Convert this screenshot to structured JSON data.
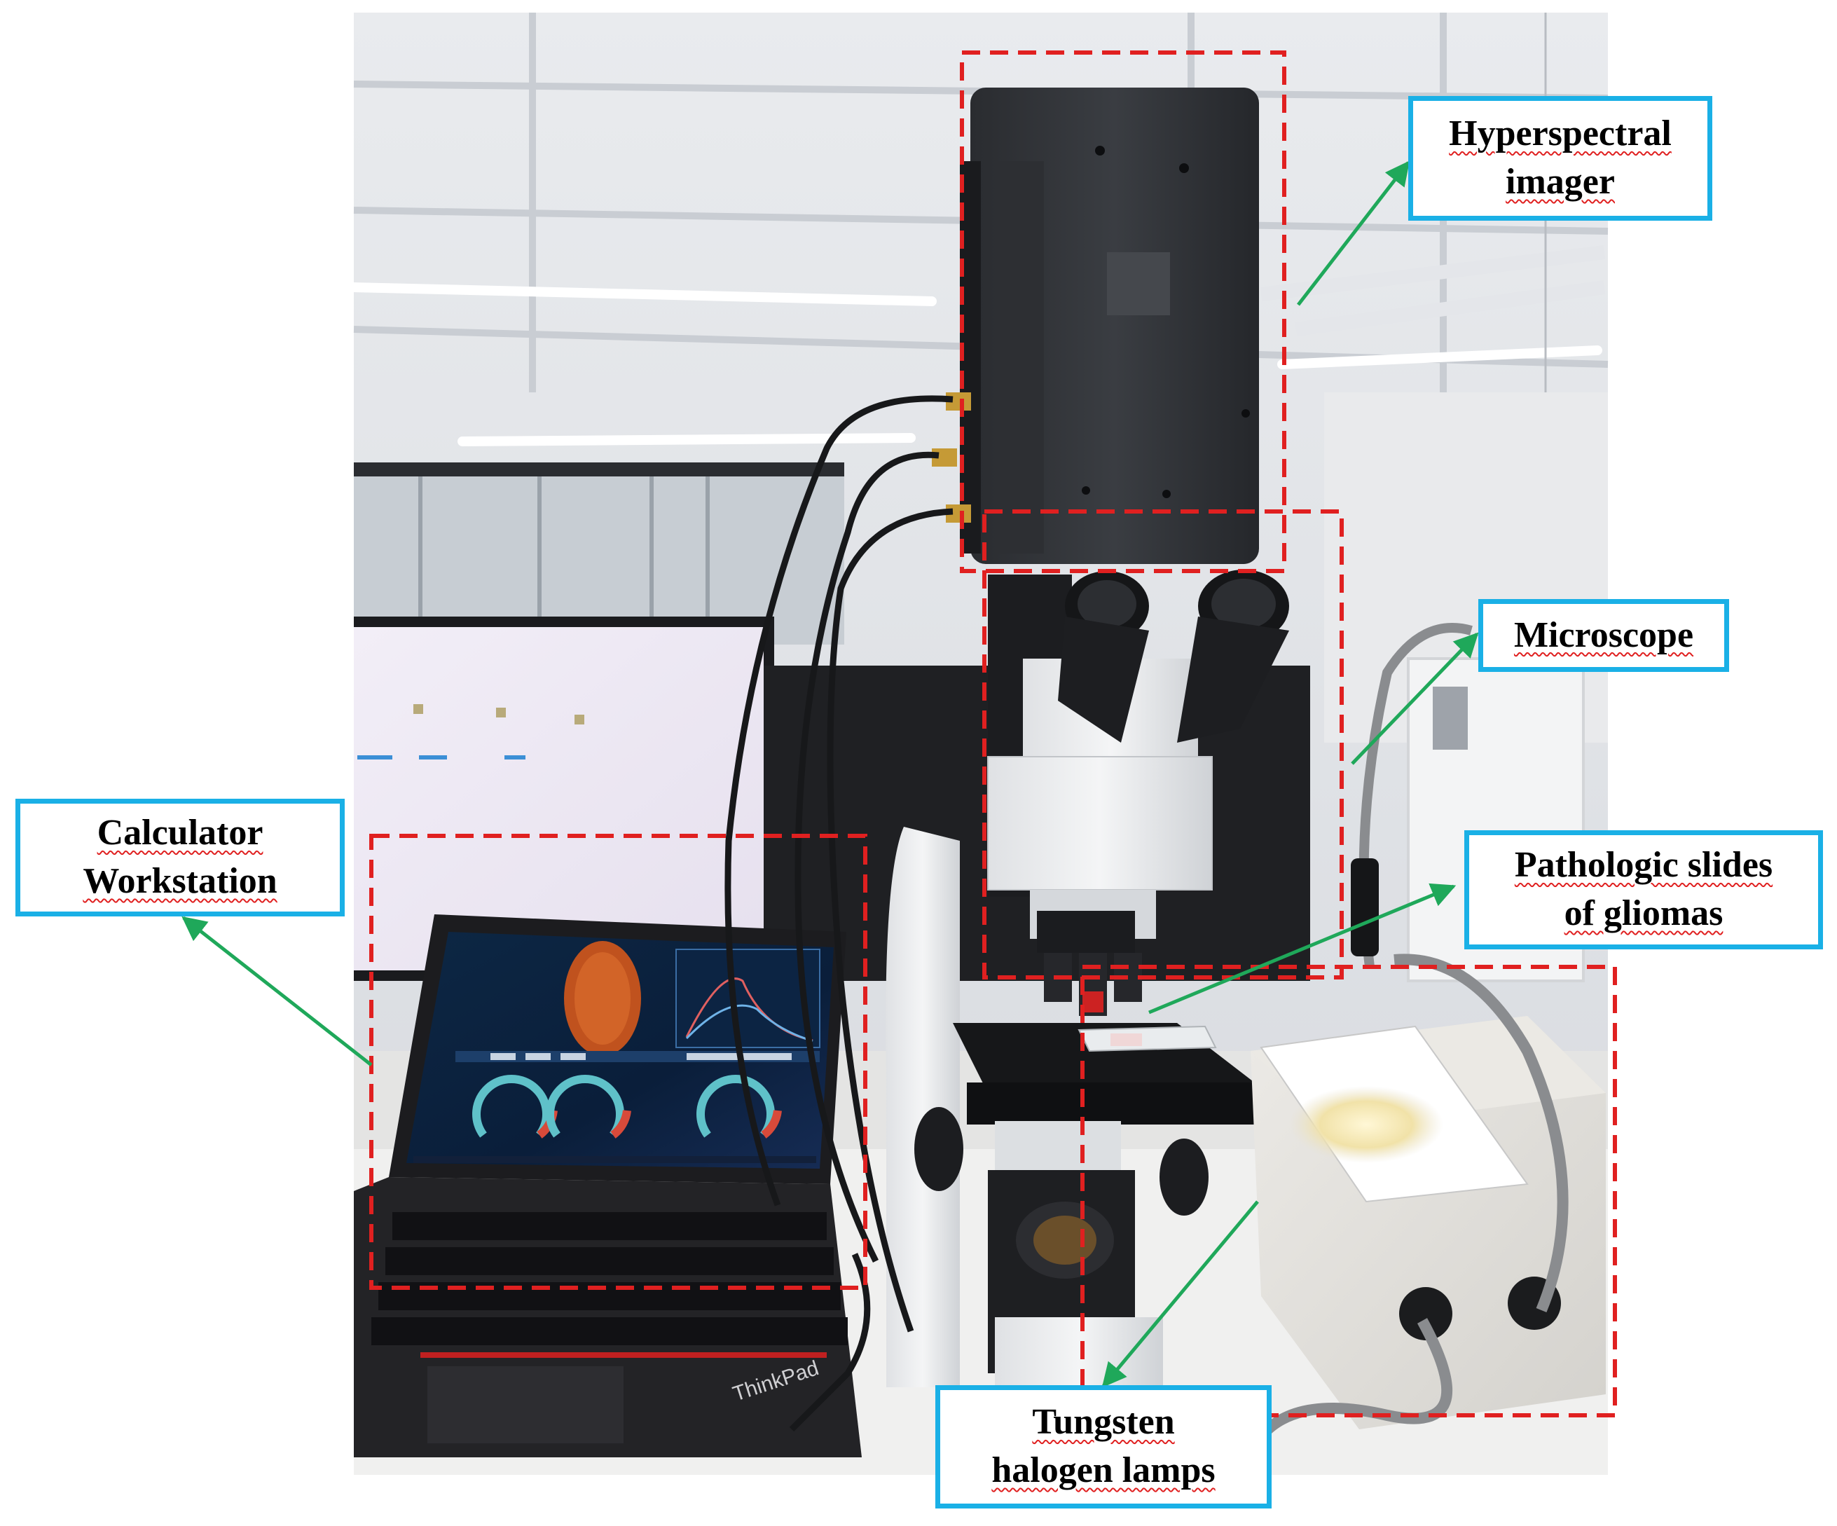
{
  "figure": {
    "type": "annotated-photograph",
    "scene": "Hyperspectral microscopy imaging system on a lab bench: laptop workstation, microscope with a hyperspectral camera mounted on top, glioma pathology slide on the stage, and a fiber-optic tungsten halogen light source.",
    "colors": {
      "callout_border": "#1ab0e6",
      "region_outline": "#e02020",
      "arrow": "#1fa85a"
    }
  },
  "callouts": {
    "hyperspectral": {
      "lines": [
        "Hyperspectral",
        "imager"
      ]
    },
    "microscope": {
      "lines": [
        "Microscope"
      ]
    },
    "calculator": {
      "lines": [
        "Calculator",
        "Workstation"
      ]
    },
    "pathologic": {
      "lines": [
        "Pathologic slides",
        "of gliomas"
      ]
    },
    "tungsten": {
      "lines": [
        "Tungsten",
        "halogen lamps"
      ]
    }
  },
  "laptop_brand": "ThinkPad"
}
